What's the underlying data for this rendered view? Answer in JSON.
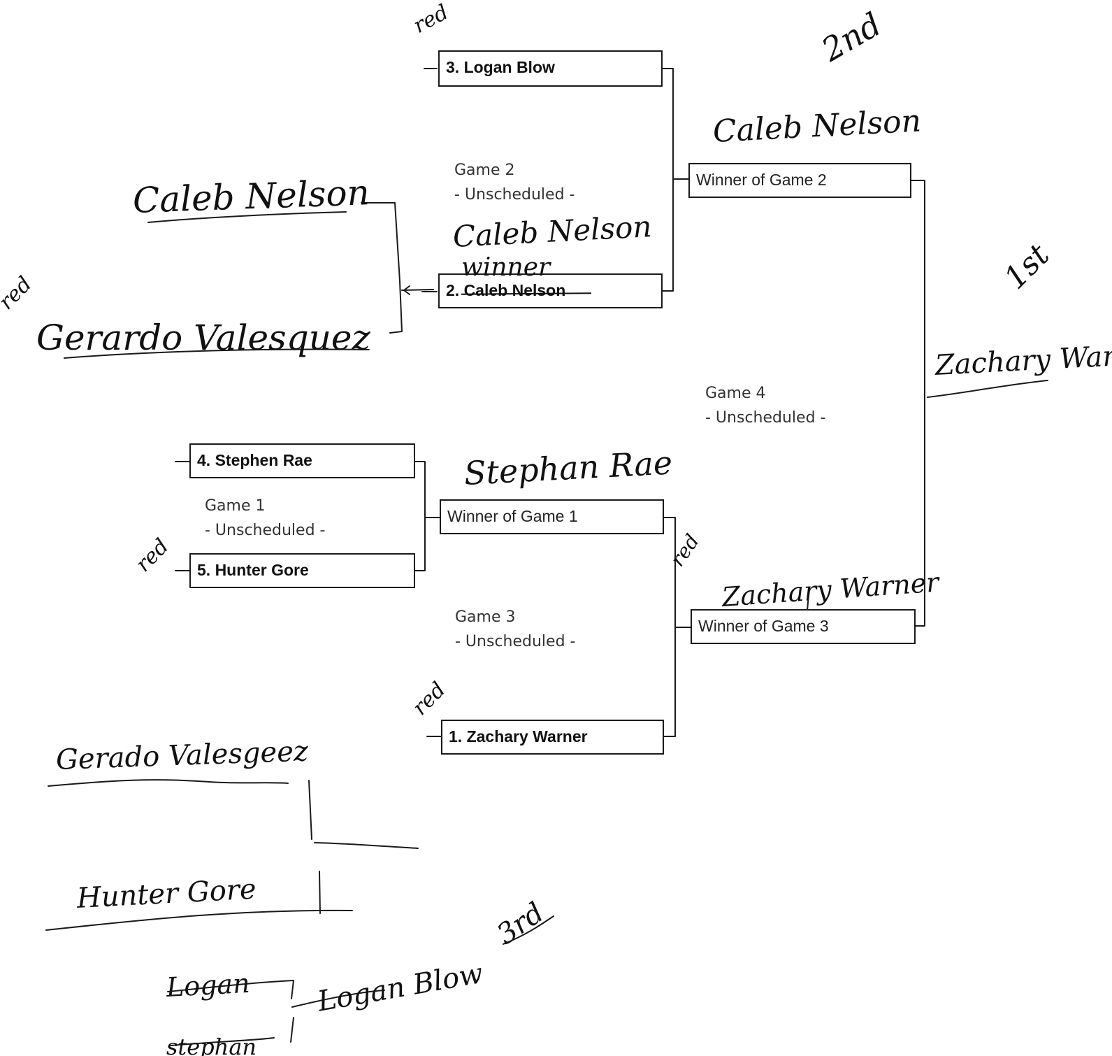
{
  "bracket": {
    "seeds": {
      "logan": "3. Logan Blow",
      "caleb": "2. Caleb Nelson",
      "stephen": "4. Stephen Rae",
      "hunter": "5. Hunter Gore",
      "zachary": "1. Zachary Warner"
    },
    "winners": {
      "game2": "Winner of Game 2",
      "game1": "Winner of Game 1",
      "game3": "Winner of Game 3"
    },
    "games": {
      "game2": {
        "title": "Game 2",
        "status": "- Unscheduled -"
      },
      "game4": {
        "title": "Game 4",
        "status": "- Unscheduled -"
      },
      "game1": {
        "title": "Game 1",
        "status": "- Unscheduled -"
      },
      "game3": {
        "title": "Game 3",
        "status": "- Unscheduled -"
      }
    }
  },
  "handwriting": {
    "red_top": "red",
    "second_place": "2nd",
    "caleb_game2_winner": "Caleb Nelson",
    "caleb_play_in": "Caleb Nelson",
    "caleb_game2_note": "Caleb Nelson",
    "winner_note": "winner",
    "red_left": "red",
    "gerardo_play_in": "Gerardo Valesquez",
    "first_place": "1st",
    "zachary_champion": "Zachary Warn",
    "stephen_game1_winner": "Stephan Rae",
    "red_hunter": "red",
    "red_game3": "red",
    "zachary_game3_winner": "Zachary Warner",
    "red_zachary": "red",
    "gerardo_lower": "Gerado Valesgeez",
    "hunter_lower": "Hunter Gore",
    "third_place": "3rd",
    "logan_lower": "Logan",
    "logan_blow_lower": "Logan Blow",
    "stephan_lower": "stephan"
  }
}
